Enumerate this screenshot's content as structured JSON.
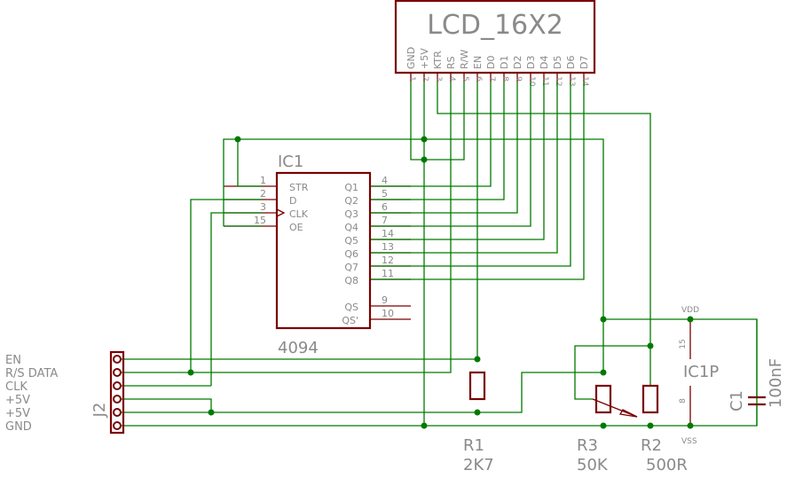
{
  "lcd": {
    "name": "LCD_16X2",
    "pin_labels": [
      "GND",
      "+5V",
      "KTR",
      "RS",
      "R/W",
      "EN",
      "D0",
      "D1",
      "D2",
      "D3",
      "D4",
      "D5",
      "D6",
      "D7"
    ],
    "pin_numbers": [
      "1",
      "2",
      "3",
      "4",
      "5",
      "6",
      "7",
      "8",
      "9",
      "10",
      "11",
      "12",
      "13",
      "14"
    ]
  },
  "ic1": {
    "name": "IC1",
    "value": "4094",
    "left_pins": [
      {
        "num": "1",
        "label": "STR"
      },
      {
        "num": "2",
        "label": "D"
      },
      {
        "num": "3",
        "label": "CLK"
      },
      {
        "num": "15",
        "label": "OE"
      }
    ],
    "right_pins": [
      {
        "num": "4",
        "label": "Q1"
      },
      {
        "num": "5",
        "label": "Q2"
      },
      {
        "num": "6",
        "label": "Q3"
      },
      {
        "num": "7",
        "label": "Q4"
      },
      {
        "num": "14",
        "label": "Q5"
      },
      {
        "num": "13",
        "label": "Q6"
      },
      {
        "num": "12",
        "label": "Q7"
      },
      {
        "num": "11",
        "label": "Q8"
      },
      {
        "num": "9",
        "label": "QS"
      },
      {
        "num": "10",
        "label": "QS'"
      }
    ]
  },
  "j2": {
    "name": "J2",
    "signals": [
      "EN",
      "R/S DATA",
      "CLK",
      "+5V",
      "+5V",
      "GND"
    ]
  },
  "resistors": [
    {
      "name": "R1",
      "value": "2K7"
    },
    {
      "name": "R3",
      "value": "50K"
    },
    {
      "name": "R2",
      "value": "500R"
    }
  ],
  "ic1p": {
    "name": "IC1P",
    "top_pin": "15",
    "bottom_pin": "8",
    "top_net": "VDD",
    "bottom_net": "VSS"
  },
  "capacitor": {
    "name": "C1",
    "value": "100nF"
  },
  "colors": {
    "wire": "#007a00",
    "part": "#7a0000",
    "text": "#8a8a8a"
  }
}
